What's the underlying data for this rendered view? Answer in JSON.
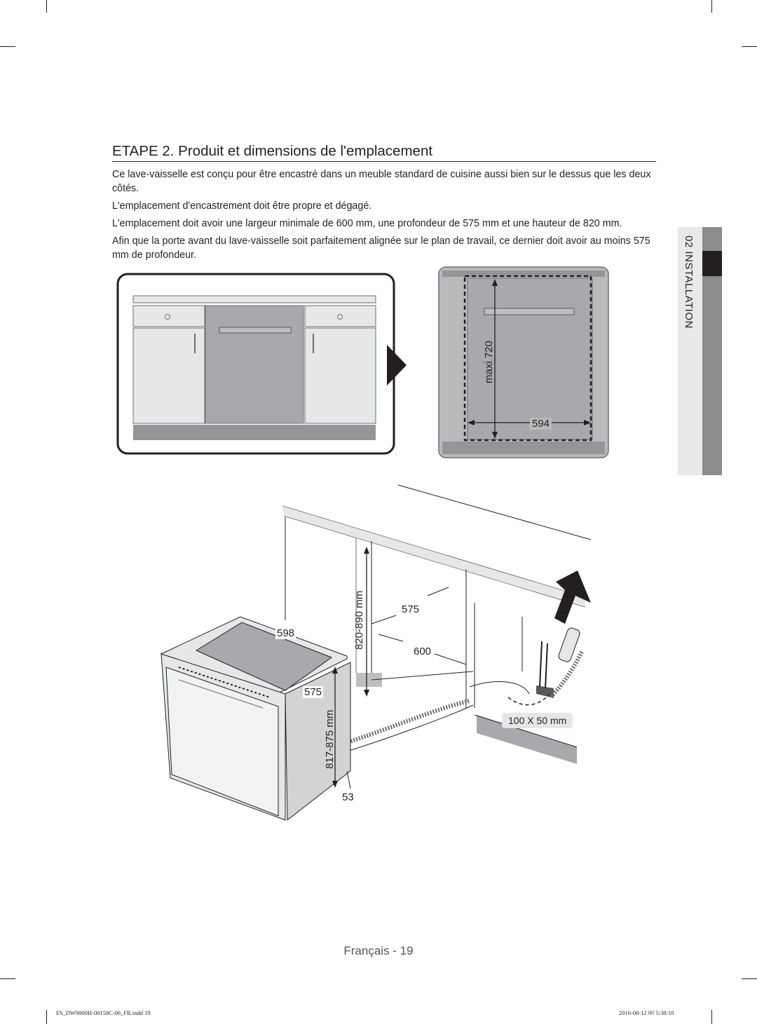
{
  "heading": "ETAPE 2. Produit et dimensions de l'emplacement",
  "paragraphs": [
    "Ce lave-vaisselle est conçu pour être encastré dans un meuble standard de cuisine aussi bien sur le dessus que les deux côtés.",
    "L'emplacement d'encastrement doit être propre et dégagé.",
    "L'emplacement doit avoir une largeur minimale de 600 mm, une profondeur de 575 mm et une hauteur de 820 mm.",
    "Afin que la porte avant du lave-vaisselle soit parfaitement alignée sur le plan de travail, ce dernier doit avoir au moins 575 mm de profondeur."
  ],
  "side_tab": {
    "label": "02 INSTALLATION"
  },
  "figure_front": {
    "height_label": "maxi  720",
    "width_label": "594"
  },
  "figure_install": {
    "height_range_label": "820-890 mm",
    "depth_label": "575",
    "width_label": "600",
    "machine_width_label": "598",
    "machine_depth_label": "575",
    "machine_height_label": "817-875 mm",
    "foot_label": "53",
    "hole_label": "100 X 50 mm"
  },
  "footer": {
    "page_label": "Français - 19",
    "print_file": "FS_DW9000H-00158C-06_FR.indd   19",
    "print_date": "2016-08-12   ￼ 5:38:10"
  },
  "colors": {
    "text": "#231f20",
    "panel_gray": "#b9babc",
    "side_tab_light": "#e8e9ea",
    "side_tab_dark": "#8a8c8e"
  }
}
